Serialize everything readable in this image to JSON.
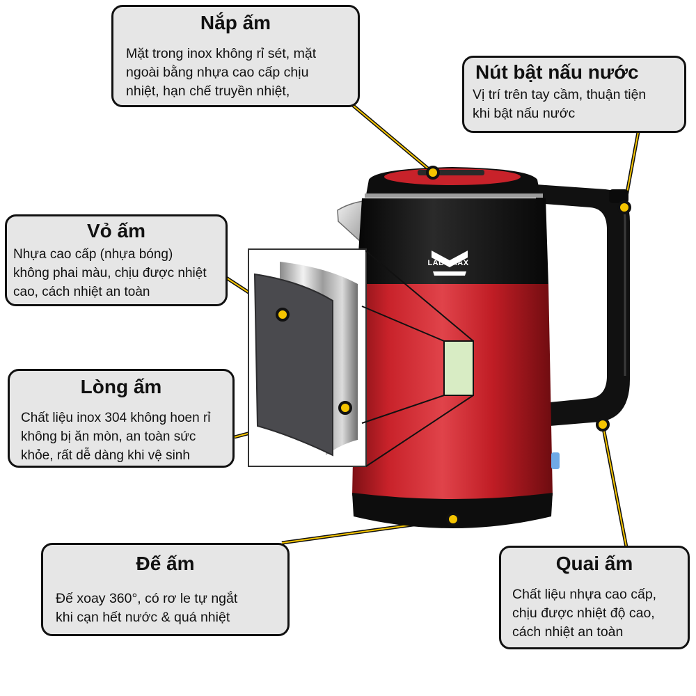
{
  "brand": "LADOMAX",
  "callouts": {
    "lid": {
      "title": "Nắp ấm",
      "desc": "Mặt trong inox không rỉ sét, mặt\nngoài bằng nhựa cao cấp chịu\nnhiệt, hạn chế truyền nhiệt,"
    },
    "switch": {
      "title": "Nút bật nấu nước",
      "desc": "Vị trí trên tay cầm, thuận tiện\nkhi bật nấu nước"
    },
    "shell": {
      "title": "Vỏ ấm",
      "desc": "Nhựa cao cấp (nhựa bóng)\nkhông phai màu, chịu được nhiệt\ncao, cách nhiệt an toàn"
    },
    "inner": {
      "title": "Lòng ấm",
      "desc": "Chất liệu inox 304 không hoen rỉ\nkhông bị ăn mòn, an toàn sức\nkhỏe, rất dễ dàng khi vệ sinh"
    },
    "base": {
      "title": "Đế ấm",
      "desc": "Đế xoay 360°, có rơ le tự ngắt\nkhi cạn hết nước & quá nhiệt"
    },
    "handle": {
      "title": "Quai ấm",
      "desc": "Chất liệu nhựa cao cấp,\nchịu được nhiệt độ cao,\ncách nhiệt an toàn"
    }
  },
  "colors": {
    "kettle_body": "#c8222a",
    "kettle_dark": "#141414",
    "callout_bg": "#e6e6e6",
    "marker": "#f5c400",
    "highlight": "#d8ecc4"
  }
}
